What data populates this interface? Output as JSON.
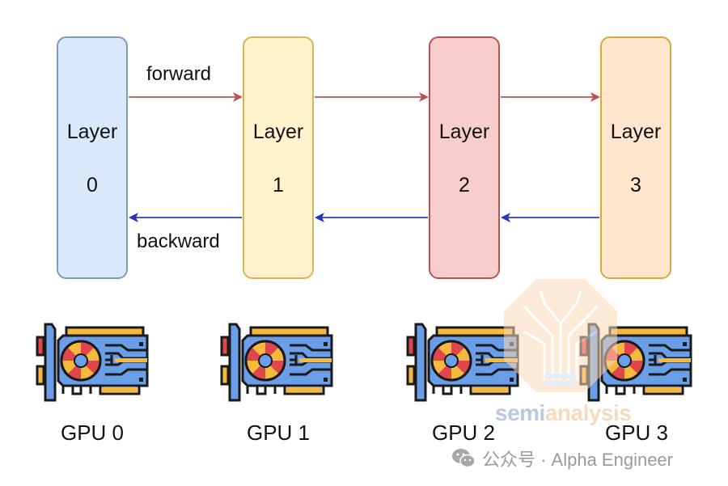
{
  "diagram": {
    "title": "Pipeline parallelism: layers across GPUs",
    "layers": [
      {
        "label": "Layer",
        "index": "0",
        "fill": "#dae8fc",
        "stroke": "#7f9bbb"
      },
      {
        "label": "Layer",
        "index": "1",
        "fill": "#fff2cc",
        "stroke": "#d6b656"
      },
      {
        "label": "Layer",
        "index": "2",
        "fill": "#f8cecc",
        "stroke": "#b85450"
      },
      {
        "label": "Layer",
        "index": "3",
        "fill": "#ffe6cc",
        "stroke": "#d7a83a"
      }
    ],
    "arrows": {
      "forward_label": "forward",
      "backward_label": "backward",
      "forward_color": "#b85450",
      "backward_color": "#2535b8"
    },
    "gpus": [
      {
        "label": "GPU 0",
        "icon": "gpu-card-icon"
      },
      {
        "label": "GPU 1",
        "icon": "gpu-card-icon"
      },
      {
        "label": "GPU 2",
        "icon": "gpu-card-icon"
      },
      {
        "label": "GPU 3",
        "icon": "gpu-card-icon"
      }
    ],
    "gpu_colors": {
      "board": "#6a9ee8",
      "gold": "#f5b93e",
      "red": "#e0474c",
      "outline": "#1a1a1a"
    }
  },
  "watermark": {
    "brand_part1": "semi",
    "brand_part2": "analysis",
    "icon": "circuit-tree-icon"
  },
  "footer": {
    "icon": "wechat-icon",
    "text": "公众号 · Alpha Engineer"
  }
}
